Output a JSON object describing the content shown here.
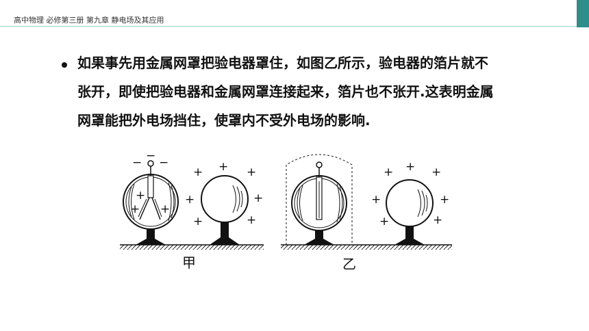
{
  "header": {
    "title": "高中物理  必修第三册 第九章 静电场及其应用",
    "accent_color": "#2d8f8a"
  },
  "content": {
    "lines": [
      "如果事先用金属网罩把验电器罩住，如图乙所示，验电器的箔片就不",
      "张开，即使把验电器和金属网罩连接起来，箔片也不张开.这表明金属",
      "网罩能把外电场挡住，使罩内不受外电场的影响."
    ]
  },
  "figure": {
    "caption_left": "甲",
    "caption_right": "乙",
    "minus_sign": "−",
    "plus_sign": "+"
  }
}
